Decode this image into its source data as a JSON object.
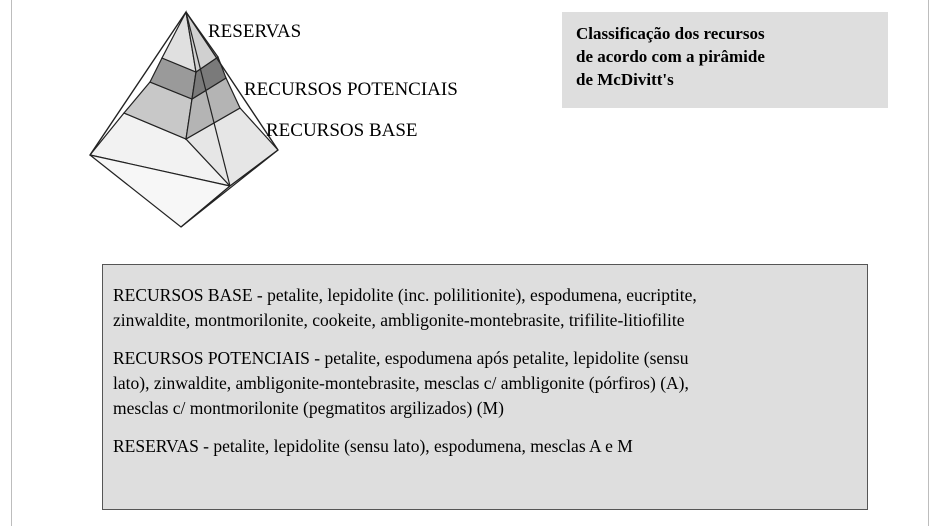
{
  "title": {
    "lines": [
      "Classificação dos recursos",
      "de acordo com a pirâmide",
      "de McDivitt's"
    ]
  },
  "pyramid": {
    "levels": [
      {
        "label": "RESERVAS"
      },
      {
        "label": "RECURSOS POTENCIAIS"
      },
      {
        "label": "RECURSOS BASE"
      }
    ]
  },
  "descriptions": [
    {
      "lines": [
        "RECURSOS BASE - petalite, lepidolite (inc. polilitionite), espodumena, eucriptite,",
        "zinwaldite, montmorilonite, cookeite, ambligonite-montebrasite, trifilite-litiofilite"
      ]
    },
    {
      "lines": [
        "RECURSOS POTENCIAIS -  petalite, espodumena após petalite, lepidolite (sensu",
        "lato), zinwaldite, ambligonite-montebrasite, mesclas c/ ambligonite (pórfiros) (A),",
        "mesclas c/ montmorilonite (pegmatitos argilizados) (M)"
      ]
    },
    {
      "lines": [
        "RESERVAS -  petalite, lepidolite (sensu lato), espodumena, mesclas A e M"
      ]
    }
  ]
}
